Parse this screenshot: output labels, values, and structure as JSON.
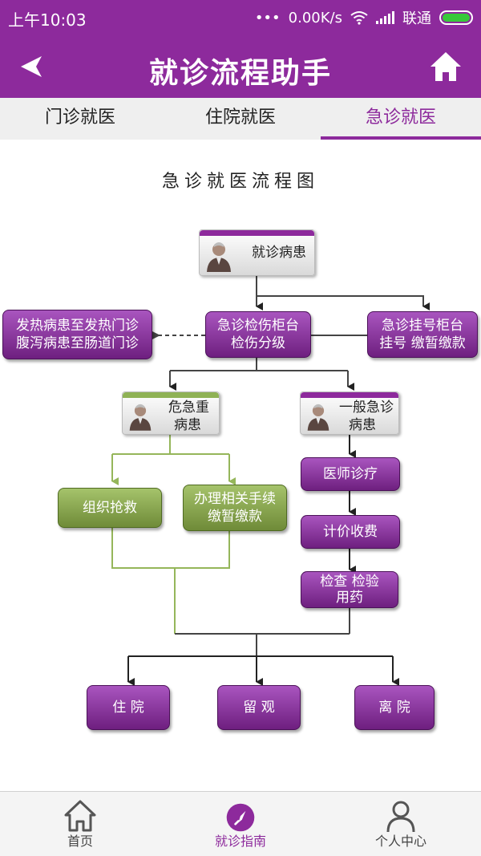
{
  "status_bar": {
    "time": "上午10:03",
    "speed": "0.00K/s",
    "carrier": "联通",
    "dots": "•••"
  },
  "app_bar": {
    "title": "就诊流程助手"
  },
  "tabs": [
    {
      "label": "门诊就医"
    },
    {
      "label": "住院就医"
    },
    {
      "label": "急诊就医"
    }
  ],
  "diagram": {
    "title": "急诊就医流程图",
    "nodes": {
      "start": "就诊病患",
      "fever": [
        "发热病患至发热门诊",
        "腹泻病患至肠道门诊"
      ],
      "triage": [
        "急诊检伤柜台",
        "检伤分级"
      ],
      "register": [
        "急诊挂号柜台",
        "挂号 缴暂缴款"
      ],
      "critical": [
        "危急重",
        "病患"
      ],
      "general": [
        "一般急诊",
        "病患"
      ],
      "rescue": "组织抢救",
      "procedures": [
        "办理相关手续",
        "缴暂缴款"
      ],
      "doctor": "医师诊疗",
      "billing": "计价收费",
      "exam": [
        "检查 检验",
        "用药"
      ],
      "admit": "住 院",
      "observe": "留 观",
      "leave": "离 院"
    }
  },
  "bottom_nav": [
    {
      "label": "首页",
      "icon": "home-outline-icon"
    },
    {
      "label": "就诊指南",
      "icon": "compass-icon"
    },
    {
      "label": "个人中心",
      "icon": "person-icon"
    }
  ],
  "colors": {
    "brand": "#8d2a9c",
    "green_node": "#7f9b45",
    "battery": "#37c93a"
  }
}
